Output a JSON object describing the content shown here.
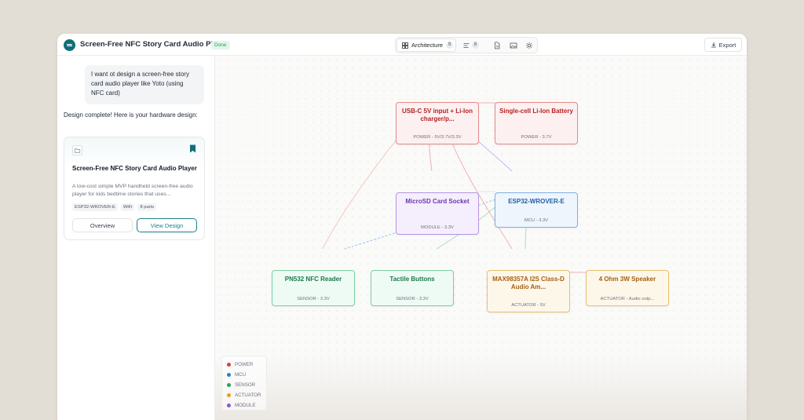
{
  "header": {
    "title": "Screen-Free NFC Story Card Audio Player",
    "status": "Done",
    "architecture_label": "Architecture",
    "architecture_count": "9",
    "list_count": "8",
    "export_label": "Export"
  },
  "chat": {
    "user_message": "I want ot design a screen-free story card audio player like Yoto (using NFC card)",
    "assistant_message": "Design complete! Here is your hardware design:",
    "card": {
      "title": "Screen-Free NFC Story Card Audio Player",
      "description": "A low-cost simple MVP handheld screen-free audio player for kids bedtime stories that uses...",
      "tags": [
        "ESP32-WROVER-E",
        "WiFi",
        "8 parts"
      ],
      "overview_label": "Overview",
      "view_design_label": "View Design"
    }
  },
  "nodes": [
    {
      "id": "usbc",
      "category": "power",
      "title": "USB-C 5V input + Li-Ion charger/p...",
      "subtitle": "POWER - 5V/3.7V/3.3V"
    },
    {
      "id": "battery",
      "category": "power",
      "title": "Single-cell Li-Ion Battery",
      "subtitle": "POWER - 3.7V"
    },
    {
      "id": "microsd",
      "category": "module",
      "title": "MicroSD Card Socket",
      "subtitle": "MODULE - 3.3V"
    },
    {
      "id": "esp32",
      "category": "mcu",
      "title": "ESP32-WROVER-E",
      "subtitle": "MCU - 3.3V"
    },
    {
      "id": "pn532",
      "category": "sensor",
      "title": "PN532 NFC Reader",
      "subtitle": "SENSOR - 3.3V"
    },
    {
      "id": "buttons",
      "category": "sensor",
      "title": "Tactile Buttons",
      "subtitle": "SENSOR - 3.3V"
    },
    {
      "id": "amp",
      "category": "actuator",
      "title": "MAX98357A I2S Class-D Audio Am...",
      "subtitle": "ACTUATOR - 5V"
    },
    {
      "id": "speaker",
      "category": "actuator",
      "title": "4 Ohm 3W Speaker",
      "subtitle": "ACTUATOR - Audio outp..."
    }
  ],
  "legend": [
    {
      "label": "POWER",
      "color": "#e03b3b"
    },
    {
      "label": "MCU",
      "color": "#2b7fd1"
    },
    {
      "label": "SENSOR",
      "color": "#22a565"
    },
    {
      "label": "ACTUATOR",
      "color": "#e0a21f"
    },
    {
      "label": "MODULE",
      "color": "#8b55d6"
    }
  ],
  "colors": {
    "brand": "#0f6e78",
    "power": "#e58a8a",
    "mcu": "#7fb0e6",
    "module": "#b595e6",
    "sensor": "#7acfa5",
    "actuator": "#e8c06c"
  }
}
